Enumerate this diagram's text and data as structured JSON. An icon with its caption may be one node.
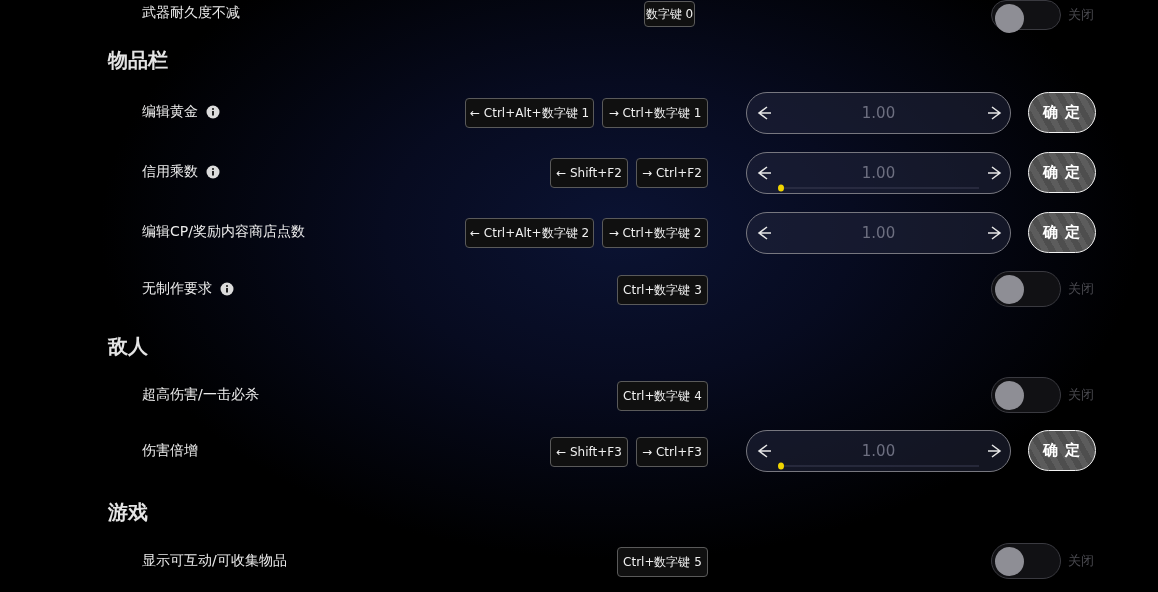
{
  "diagram": {
    "nodes": [
      {
        "text": [
          "数字键 0"
        ]
      },
      {
        "text": [],
        "shape": "toggle",
        "beside": [
          "关闭"
        ]
      },
      {
        "text": [
          "← Ctrl+Alt+数字键 1"
        ]
      },
      {
        "text": [
          "→ Ctrl+数字键 1"
        ]
      },
      {
        "text": [
          "1.00"
        ]
      },
      {
        "text": [
          "确 定"
        ]
      },
      {
        "text": [
          "← Shift+F2"
        ]
      },
      {
        "text": [
          "→ Ctrl+F2"
        ]
      },
      {
        "text": [
          "1.00"
        ]
      },
      {
        "text": [
          "确 定"
        ]
      },
      {
        "text": [
          "← Ctrl+Alt+数字键 2"
        ]
      },
      {
        "text": [
          "→ Ctrl+数字键 2"
        ]
      },
      {
        "text": [
          "1.00"
        ]
      },
      {
        "text": [
          "确 定"
        ]
      },
      {
        "text": [
          "Ctrl+数字键 3"
        ]
      },
      {
        "text": [],
        "shape": "toggle",
        "beside": [
          "关闭"
        ]
      },
      {
        "text": [
          "Ctrl+数字键 4"
        ]
      },
      {
        "text": [],
        "shape": "toggle",
        "beside": [
          "关闭"
        ]
      },
      {
        "text": [
          "← Shift+F3"
        ]
      },
      {
        "text": [
          "→ Ctrl+F3"
        ]
      },
      {
        "text": [
          "1.00"
        ]
      },
      {
        "text": [
          "确 定"
        ]
      },
      {
        "text": [
          "Ctrl+数字键 5"
        ]
      },
      {
        "text": [],
        "shape": "toggle",
        "beside": [
          "关闭"
        ]
      }
    ],
    "labels": [
      "武器耐久度不减",
      "物品栏",
      "编辑黄金",
      "信用乘数",
      "编辑CP/奖励内容商店点数",
      "无制作要求",
      "敌人",
      "超高伤害/一击必杀",
      "伤害倍增",
      "游戏",
      "显示可互动/可收集物品"
    ]
  }
}
